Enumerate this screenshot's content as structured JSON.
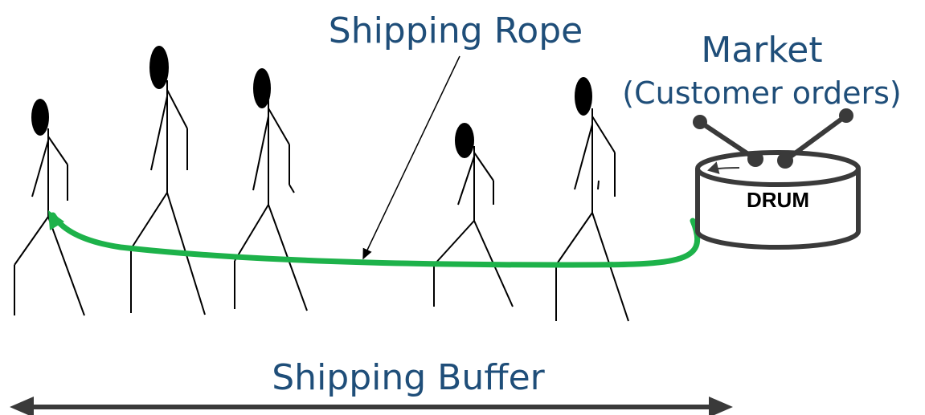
{
  "labels": {
    "rope": "Shipping Rope",
    "market": "Market",
    "market_sub": "(Customer orders)",
    "drum": "DRUM",
    "buffer": "Shipping Buffer"
  },
  "colors": {
    "text_blue": "#1f4e79",
    "rope_green": "#1db24a",
    "line_black": "#000000",
    "drum_stroke": "#3a3a3a",
    "buffer_arrow": "#3a3a3a"
  },
  "figures": {
    "count": 5,
    "icon": "stick-figure-icon"
  }
}
